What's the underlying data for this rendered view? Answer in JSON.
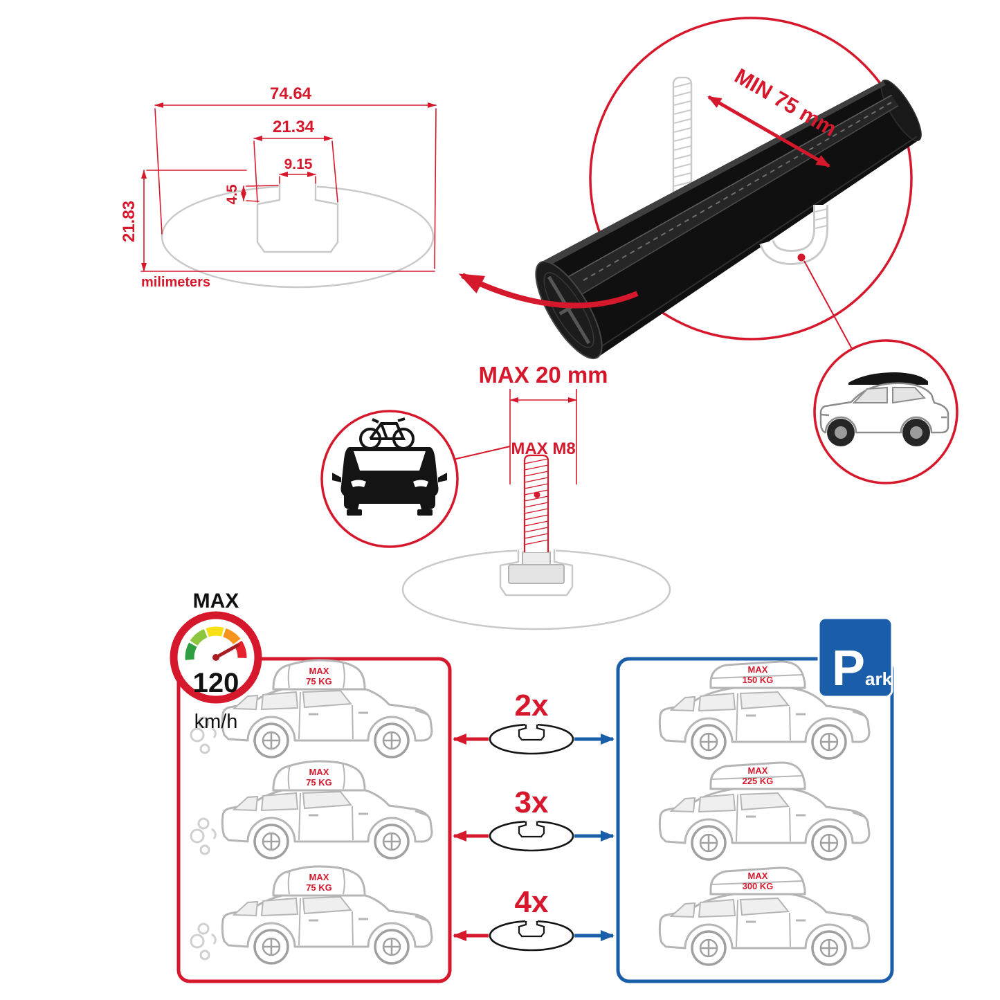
{
  "colors": {
    "accent_red": "#d6182c",
    "accent_blue": "#1a5da8",
    "profile_gray": "#c9c9c9",
    "bar_black": "#101010",
    "gauge_segments": [
      "#2f9e41",
      "#8cc63e",
      "#f7e017",
      "#f7941d",
      "#e8212e"
    ]
  },
  "profile_dimensions": {
    "total_width": "74.64",
    "channel_width": "21.34",
    "slot_width": "9.15",
    "slot_depth": "4.5",
    "total_height": "21.83",
    "unit_label": "milimeters"
  },
  "clamp_detail": {
    "min_span": "MIN 75 mm"
  },
  "bolt_detail": {
    "max_length": "MAX 20 mm",
    "max_thread": "MAX M8"
  },
  "speed_limit": {
    "label": "MAX",
    "value": "120",
    "unit": "km/h"
  },
  "driving_loads": [
    {
      "label": "MAX",
      "value": "75 KG"
    },
    {
      "label": "MAX",
      "value": "75 KG"
    },
    {
      "label": "MAX",
      "value": "75 KG"
    }
  ],
  "bar_counts": [
    "2x",
    "3x",
    "4x"
  ],
  "parked_loads": [
    {
      "label": "MAX",
      "value": "150 KG"
    },
    {
      "label": "MAX",
      "value": "225 KG"
    },
    {
      "label": "MAX",
      "value": "300 KG"
    }
  ],
  "park_sign": {
    "letter": "P",
    "suffix": "ark"
  }
}
